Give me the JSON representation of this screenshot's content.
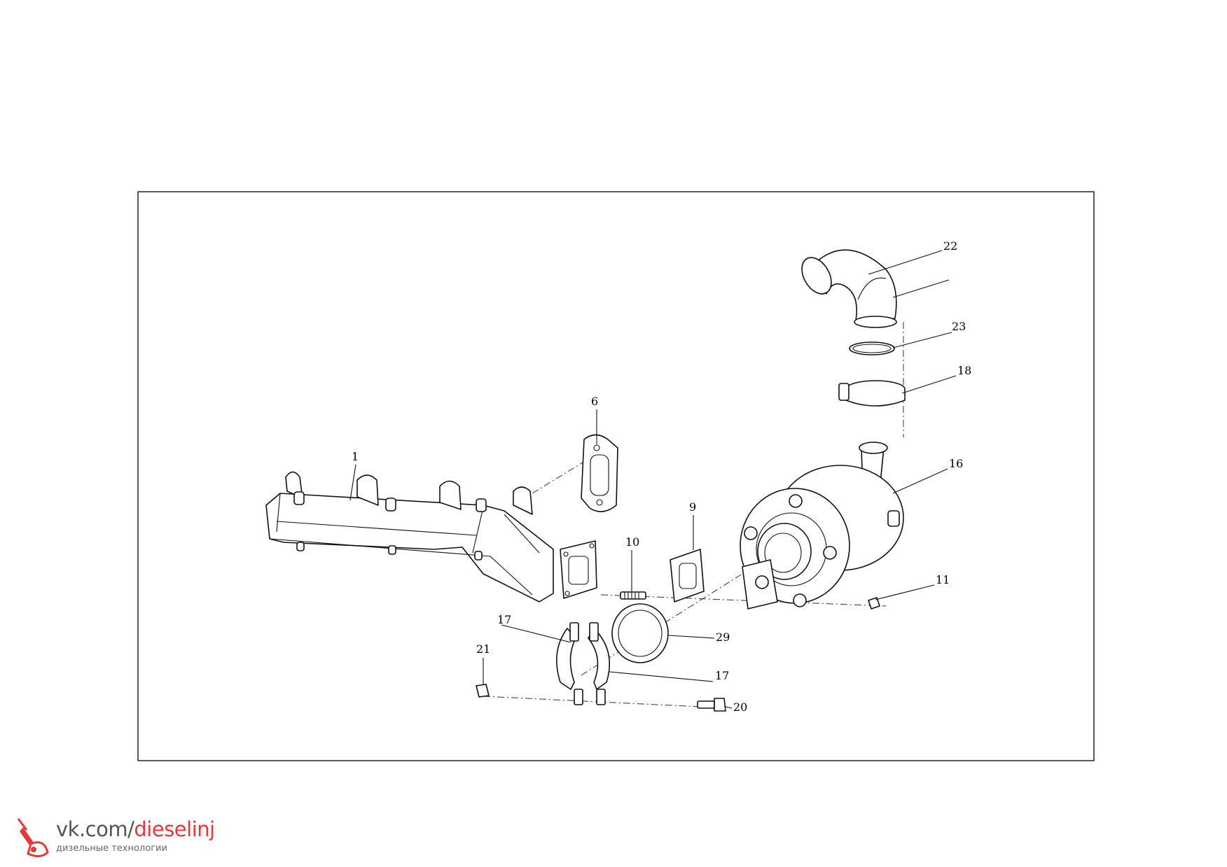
{
  "labels": {
    "p1": "1",
    "p6": "6",
    "p9": "9",
    "p10": "10",
    "p11": "11",
    "p16": "16",
    "p17a": "17",
    "p17b": "17",
    "p18": "18",
    "p20": "20",
    "p21": "21",
    "p22": "22",
    "p23": "23",
    "p29": "29"
  },
  "watermark": {
    "url_prefix": "vk.com/",
    "url_accent": "dieselinj",
    "subtitle": "дизельные технологии"
  },
  "colors": {
    "line": "#111111",
    "background": "#ffffff",
    "watermark_accent": "#e03a3a",
    "watermark_text": "#555555"
  }
}
